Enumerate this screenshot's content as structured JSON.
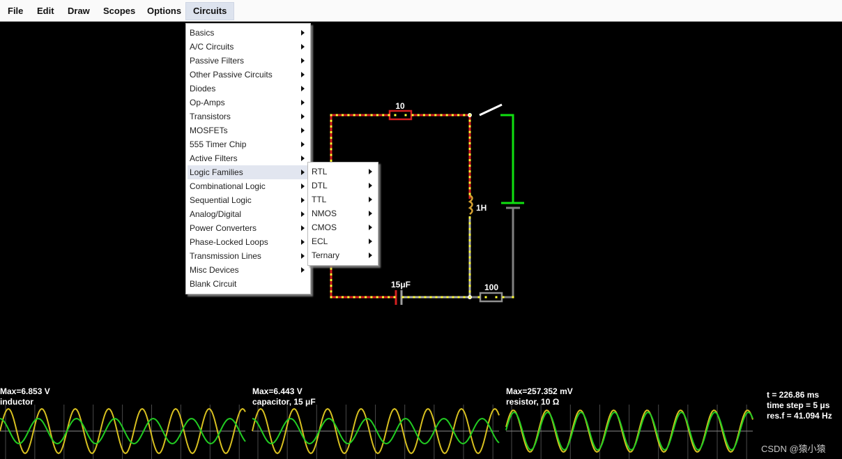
{
  "menubar": {
    "items": [
      "File",
      "Edit",
      "Draw",
      "Scopes",
      "Options",
      "Circuits"
    ],
    "active": "Circuits"
  },
  "circuits_menu": {
    "items": [
      {
        "label": "Basics",
        "submenu": true
      },
      {
        "label": "A/C Circuits",
        "submenu": true
      },
      {
        "label": "Passive Filters",
        "submenu": true
      },
      {
        "label": "Other Passive Circuits",
        "submenu": true
      },
      {
        "label": "Diodes",
        "submenu": true
      },
      {
        "label": "Op-Amps",
        "submenu": true
      },
      {
        "label": "Transistors",
        "submenu": true
      },
      {
        "label": "MOSFETs",
        "submenu": true
      },
      {
        "label": "555 Timer Chip",
        "submenu": true
      },
      {
        "label": "Active Filters",
        "submenu": true
      },
      {
        "label": "Logic Families",
        "submenu": true,
        "highlighted": true
      },
      {
        "label": "Combinational Logic",
        "submenu": true
      },
      {
        "label": "Sequential Logic",
        "submenu": true
      },
      {
        "label": "Analog/Digital",
        "submenu": true
      },
      {
        "label": "Power Converters",
        "submenu": true
      },
      {
        "label": "Phase-Locked Loops",
        "submenu": true
      },
      {
        "label": "Transmission Lines",
        "submenu": true
      },
      {
        "label": "Misc Devices",
        "submenu": true
      },
      {
        "label": "Blank Circuit",
        "submenu": false
      }
    ]
  },
  "logic_families_menu": {
    "items": [
      {
        "label": "RTL",
        "submenu": true
      },
      {
        "label": "DTL",
        "submenu": true
      },
      {
        "label": "TTL",
        "submenu": true
      },
      {
        "label": "NMOS",
        "submenu": true
      },
      {
        "label": "CMOS",
        "submenu": true
      },
      {
        "label": "ECL",
        "submenu": true
      },
      {
        "label": "Ternary",
        "submenu": true
      }
    ]
  },
  "circuit": {
    "resistor_top": "10",
    "inductor": "1H",
    "capacitor": "15μF",
    "resistor_bottom": "100"
  },
  "scopes": [
    {
      "max": "Max=6.853 V",
      "name": "inductor"
    },
    {
      "max": "Max=6.443 V",
      "name": "capacitor, 15 μF"
    },
    {
      "max": "Max=257.352 mV",
      "name": "resistor, 10 Ω"
    }
  ],
  "sim_info": {
    "time": "t = 226.86 ms",
    "time_step": "time step = 5 μs",
    "res_f": "res.f = 41.094 Hz"
  },
  "watermark": "CSDN @猿小猿",
  "colors": {
    "wire_red": "#d42020",
    "current_dot": "#ffff33",
    "wire_green": "#10e010",
    "wire_gray": "#808080",
    "scope_green": "#22cc22",
    "scope_yellow": "#d8c020",
    "menu_highlight": "#e2e6f0"
  }
}
